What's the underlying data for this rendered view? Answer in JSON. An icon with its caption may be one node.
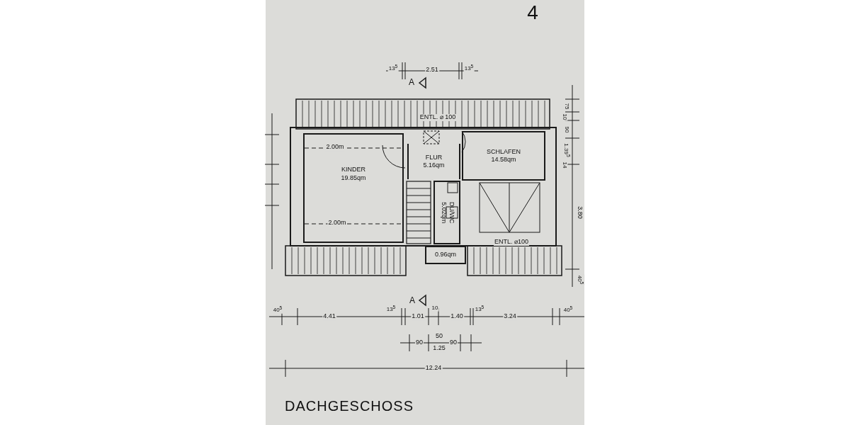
{
  "diagram": {
    "title": "DACHGESCHOSS",
    "nodes": [
      {
        "text": [
          "KINDER",
          "19.85qm"
        ]
      },
      {
        "text": [
          "FLUR",
          "5.16qm"
        ]
      },
      {
        "text": [
          "SCHLAFEN",
          "14.58qm"
        ]
      },
      {
        "text": [
          "DU/WC",
          "5.02qm"
        ]
      },
      {
        "text": [
          "0.96qm"
        ]
      }
    ],
    "labels": [
      "4",
      "13$^{5}$",
      "2.51",
      "13$^{5}$",
      "A",
      "ENTL. ⌀ 100",
      "2.00m",
      "2.00m",
      "ENTL. ⌀100",
      "75",
      "10",
      "90",
      "1.39$^{5}$",
      "14",
      "3.80",
      "40$^{5}$",
      "A",
      "40$^{5}$",
      "4.41",
      "13$^{5}$",
      "1.01",
      "10",
      "1.40",
      "13$^{5}$",
      "3.24",
      "40$^{5}$",
      "90",
      "50",
      "1.25",
      "90",
      "12.24"
    ]
  }
}
